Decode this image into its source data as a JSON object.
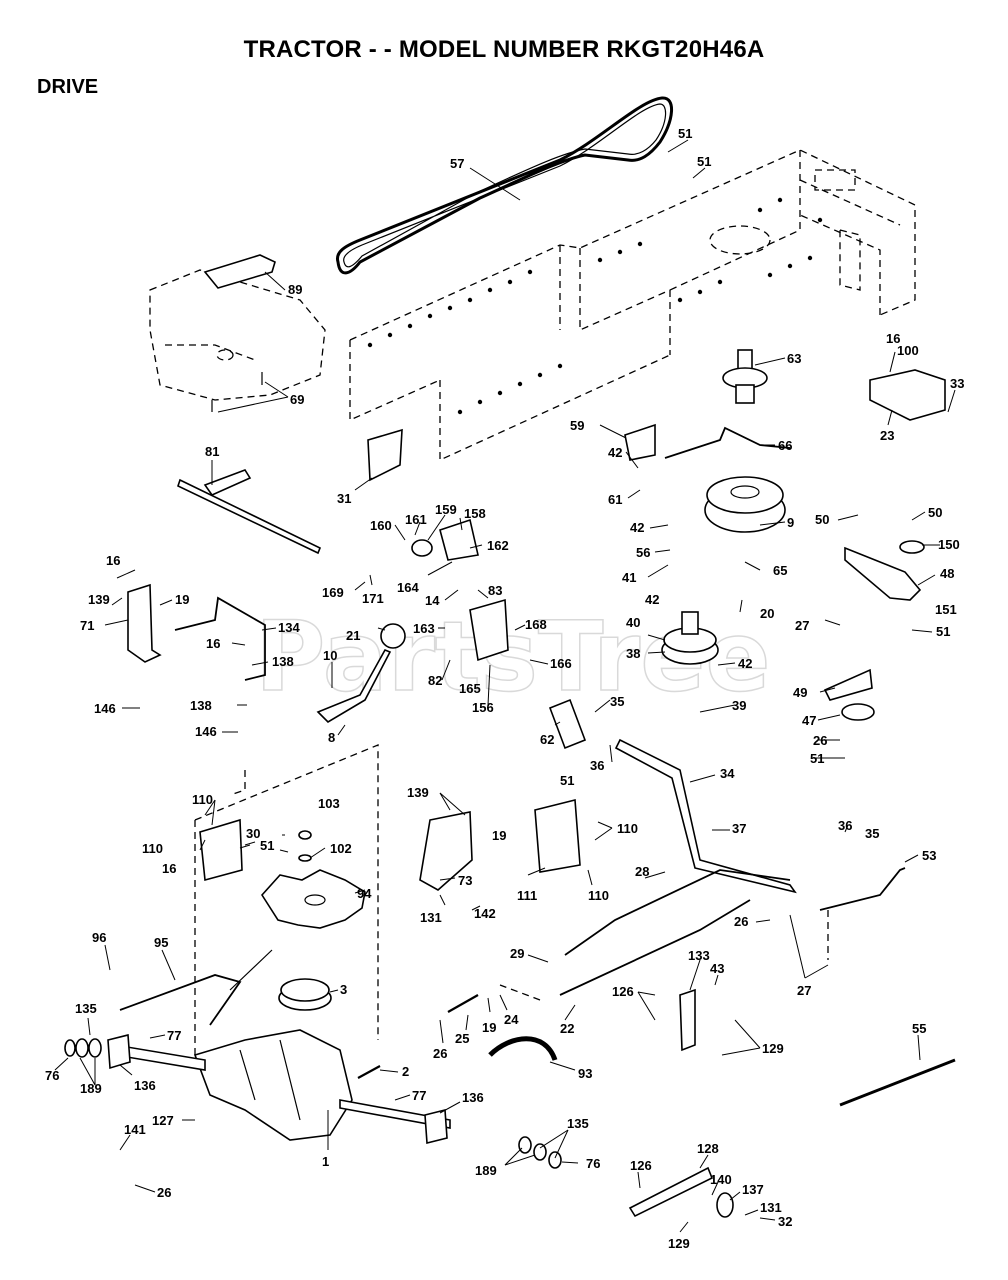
{
  "title": "TRACTOR - - MODEL NUMBER RKGT20H46A",
  "section": "DRIVE",
  "watermark": "PartsTree",
  "callouts": [
    {
      "id": "c57",
      "text": "57"
    },
    {
      "id": "c51a",
      "text": "51"
    },
    {
      "id": "c51b",
      "text": "51"
    },
    {
      "id": "c89",
      "text": "89"
    },
    {
      "id": "c69",
      "text": "69"
    },
    {
      "id": "c63",
      "text": "63"
    },
    {
      "id": "c16a",
      "text": "16"
    },
    {
      "id": "c100",
      "text": "100"
    },
    {
      "id": "c33",
      "text": "33"
    },
    {
      "id": "c23",
      "text": "23"
    },
    {
      "id": "c81",
      "text": "81"
    },
    {
      "id": "c31",
      "text": "31"
    },
    {
      "id": "c59",
      "text": "59"
    },
    {
      "id": "c66",
      "text": "66"
    },
    {
      "id": "c42a",
      "text": "42"
    },
    {
      "id": "c61",
      "text": "61"
    },
    {
      "id": "c159",
      "text": "159"
    },
    {
      "id": "c161",
      "text": "161"
    },
    {
      "id": "c158",
      "text": "158"
    },
    {
      "id": "c160",
      "text": "160"
    },
    {
      "id": "c162",
      "text": "162"
    },
    {
      "id": "c42b",
      "text": "42"
    },
    {
      "id": "c9",
      "text": "9"
    },
    {
      "id": "c50a",
      "text": "50"
    },
    {
      "id": "c50b",
      "text": "50"
    },
    {
      "id": "c150",
      "text": "150"
    },
    {
      "id": "c16b",
      "text": "16"
    },
    {
      "id": "c56",
      "text": "56"
    },
    {
      "id": "c41",
      "text": "41"
    },
    {
      "id": "c65",
      "text": "65"
    },
    {
      "id": "c48",
      "text": "48"
    },
    {
      "id": "c139a",
      "text": "139"
    },
    {
      "id": "c19a",
      "text": "19"
    },
    {
      "id": "c169",
      "text": "169"
    },
    {
      "id": "c171",
      "text": "171"
    },
    {
      "id": "c164",
      "text": "164"
    },
    {
      "id": "c14",
      "text": "14"
    },
    {
      "id": "c83",
      "text": "83"
    },
    {
      "id": "c20",
      "text": "20"
    },
    {
      "id": "c42c",
      "text": "42"
    },
    {
      "id": "c151",
      "text": "151"
    },
    {
      "id": "c71",
      "text": "71"
    },
    {
      "id": "c134",
      "text": "134"
    },
    {
      "id": "c163",
      "text": "163"
    },
    {
      "id": "c27a",
      "text": "27"
    },
    {
      "id": "c51c",
      "text": "51"
    },
    {
      "id": "c21",
      "text": "21"
    },
    {
      "id": "c168",
      "text": "168"
    },
    {
      "id": "c40",
      "text": "40"
    },
    {
      "id": "c16c",
      "text": "16"
    },
    {
      "id": "c138a",
      "text": "138"
    },
    {
      "id": "c10",
      "text": "10"
    },
    {
      "id": "c166",
      "text": "166"
    },
    {
      "id": "c38",
      "text": "38"
    },
    {
      "id": "c42d",
      "text": "42"
    },
    {
      "id": "c82",
      "text": "82"
    },
    {
      "id": "c165",
      "text": "165"
    },
    {
      "id": "c49",
      "text": "49"
    },
    {
      "id": "c35a",
      "text": "35"
    },
    {
      "id": "c146a",
      "text": "146"
    },
    {
      "id": "c138b",
      "text": "138"
    },
    {
      "id": "c156",
      "text": "156"
    },
    {
      "id": "c39",
      "text": "39"
    },
    {
      "id": "c47",
      "text": "47"
    },
    {
      "id": "c8",
      "text": "8"
    },
    {
      "id": "c146b",
      "text": "146"
    },
    {
      "id": "c62",
      "text": "62"
    },
    {
      "id": "c36a",
      "text": "36"
    },
    {
      "id": "c26a",
      "text": "26"
    },
    {
      "id": "c51d",
      "text": "51"
    },
    {
      "id": "c34",
      "text": "34"
    },
    {
      "id": "c103",
      "text": "103"
    },
    {
      "id": "c110a",
      "text": "110"
    },
    {
      "id": "c139b",
      "text": "139"
    },
    {
      "id": "c51e",
      "text": "51"
    },
    {
      "id": "c110b",
      "text": "110"
    },
    {
      "id": "c37",
      "text": "37"
    },
    {
      "id": "c36b",
      "text": "36"
    },
    {
      "id": "c35b",
      "text": "35"
    },
    {
      "id": "c30",
      "text": "30"
    },
    {
      "id": "c19b",
      "text": "19"
    },
    {
      "id": "c110c",
      "text": "110"
    },
    {
      "id": "c102",
      "text": "102"
    },
    {
      "id": "c51f",
      "text": "51"
    },
    {
      "id": "c16d",
      "text": "16"
    },
    {
      "id": "c53",
      "text": "53"
    },
    {
      "id": "c73",
      "text": "73"
    },
    {
      "id": "c111",
      "text": "111"
    },
    {
      "id": "c110d",
      "text": "110"
    },
    {
      "id": "c94",
      "text": "94"
    },
    {
      "id": "c28",
      "text": "28"
    },
    {
      "id": "c131a",
      "text": "131"
    },
    {
      "id": "c142",
      "text": "142"
    },
    {
      "id": "c26b",
      "text": "26"
    },
    {
      "id": "c96",
      "text": "96"
    },
    {
      "id": "c95",
      "text": "95"
    },
    {
      "id": "c29",
      "text": "29"
    },
    {
      "id": "c133",
      "text": "133"
    },
    {
      "id": "c43",
      "text": "43"
    },
    {
      "id": "c27b",
      "text": "27"
    },
    {
      "id": "c3",
      "text": "3"
    },
    {
      "id": "c126a",
      "text": "126"
    },
    {
      "id": "c19c",
      "text": "19"
    },
    {
      "id": "c24",
      "text": "24"
    },
    {
      "id": "c135a",
      "text": "135"
    },
    {
      "id": "c77a",
      "text": "77"
    },
    {
      "id": "c22",
      "text": "22"
    },
    {
      "id": "c55",
      "text": "55"
    },
    {
      "id": "c26c",
      "text": "26"
    },
    {
      "id": "c25",
      "text": "25"
    },
    {
      "id": "c129a",
      "text": "129"
    },
    {
      "id": "c2",
      "text": "2"
    },
    {
      "id": "c76a",
      "text": "76"
    },
    {
      "id": "c189a",
      "text": "189"
    },
    {
      "id": "c136a",
      "text": "136"
    },
    {
      "id": "c93",
      "text": "93"
    },
    {
      "id": "c77b",
      "text": "77"
    },
    {
      "id": "c136b",
      "text": "136"
    },
    {
      "id": "c127",
      "text": "127"
    },
    {
      "id": "c141",
      "text": "141"
    },
    {
      "id": "c135b",
      "text": "135"
    },
    {
      "id": "c1",
      "text": "1"
    },
    {
      "id": "c76b",
      "text": "76"
    },
    {
      "id": "c189b",
      "text": "189"
    },
    {
      "id": "c128",
      "text": "128"
    },
    {
      "id": "c26d",
      "text": "26"
    },
    {
      "id": "c126b",
      "text": "126"
    },
    {
      "id": "c140",
      "text": "140"
    },
    {
      "id": "c137",
      "text": "137"
    },
    {
      "id": "c131b",
      "text": "131"
    },
    {
      "id": "c32",
      "text": "32"
    },
    {
      "id": "c129b",
      "text": "129"
    }
  ]
}
